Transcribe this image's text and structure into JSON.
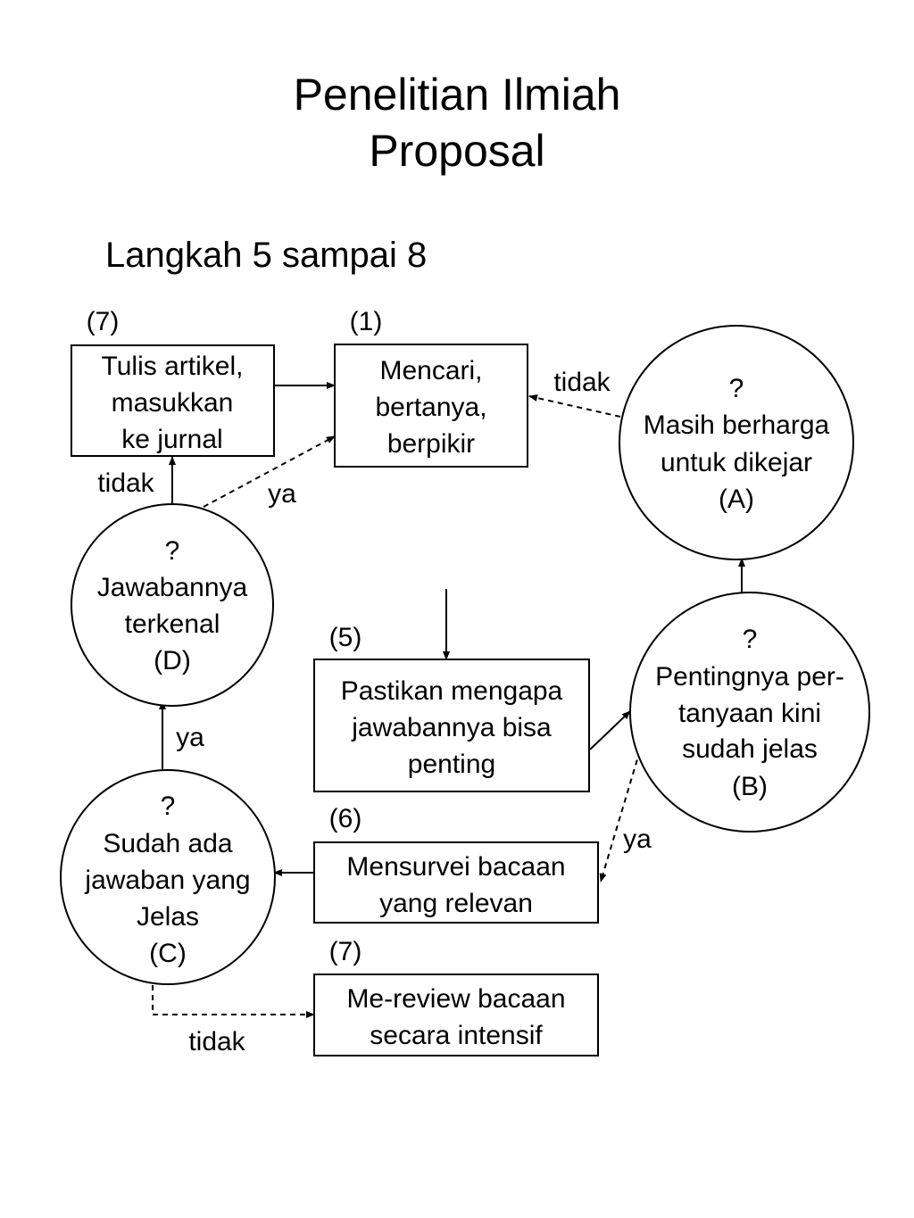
{
  "header": {
    "title_line1": "Penelitian Ilmiah",
    "title_line2": "Proposal",
    "subtitle": "Langkah 5 sampai 8"
  },
  "nodes": {
    "tulis": {
      "number": "(7)",
      "lines": [
        "Tulis artikel,",
        "masukkan",
        "ke jurnal"
      ]
    },
    "mencari": {
      "number": "(1)",
      "lines": [
        "Mencari,",
        "bertanya,",
        "berpikir"
      ]
    },
    "masih": {
      "lines": [
        "?",
        "Masih berharga",
        "untuk dikejar",
        "(A)"
      ]
    },
    "jawabannya": {
      "lines": [
        "?",
        "Jawabannya",
        "terkenal",
        "(D)"
      ]
    },
    "pastikan": {
      "number": "(5)",
      "lines": [
        "Pastikan mengapa",
        "jawabannya bisa",
        "penting"
      ]
    },
    "pentingnya": {
      "lines": [
        "?",
        "Pentingnya per-",
        "tanyaan kini",
        "sudah jelas",
        "(B)"
      ]
    },
    "sudah": {
      "lines": [
        "?",
        "Sudah ada",
        "jawaban yang",
        "Jelas",
        "(C)"
      ]
    },
    "mensurvei": {
      "number": "(6)",
      "lines": [
        "Mensurvei bacaan",
        "yang relevan"
      ]
    },
    "mereview": {
      "number": "(7)",
      "lines": [
        "Me-review bacaan",
        "secara intensif"
      ]
    }
  },
  "edge_labels": {
    "tidak_a": "tidak",
    "tidak_d": "tidak",
    "ya_d": "ya",
    "ya_c": "ya",
    "ya_b": "ya",
    "tidak_c": "tidak"
  }
}
